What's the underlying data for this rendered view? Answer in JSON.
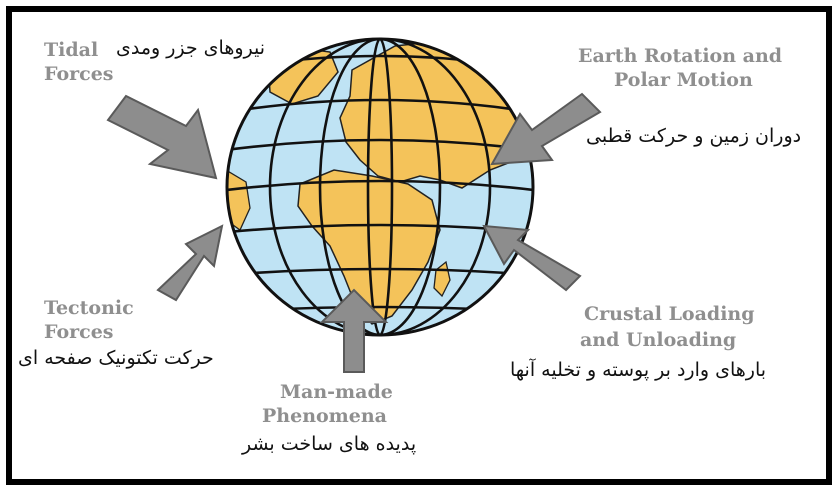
{
  "colors": {
    "ocean": "#bfe3f4",
    "land": "#f4c35a",
    "arrow_fill": "#8d8d8d",
    "arrow_stroke": "#5a5a5a",
    "frame": "#000000",
    "english_text": "#8f8f8f"
  },
  "forces": [
    {
      "id": "tidal",
      "en_line1": "Tidal",
      "en_line2": "Forces",
      "fa": "نیروهای جزر ومدی"
    },
    {
      "id": "rotation",
      "en_line1": "Earth Rotation and",
      "en_line2": "Polar Motion",
      "fa": "دوران زمین و حرکت قطبی"
    },
    {
      "id": "tectonic",
      "en_line1": "Tectonic",
      "en_line2": "Forces",
      "fa": "حرکت تکتونیک صفحه ای"
    },
    {
      "id": "crustal",
      "en_line1": "Crustal Loading",
      "en_line2": "and Unloading",
      "fa": "بارهای وارد بر پوسته و تخلیه آنها"
    },
    {
      "id": "manmade",
      "en_line1": "Man-made",
      "en_line2": "Phenomena",
      "fa": "پدیده های ساخت بشر"
    }
  ]
}
